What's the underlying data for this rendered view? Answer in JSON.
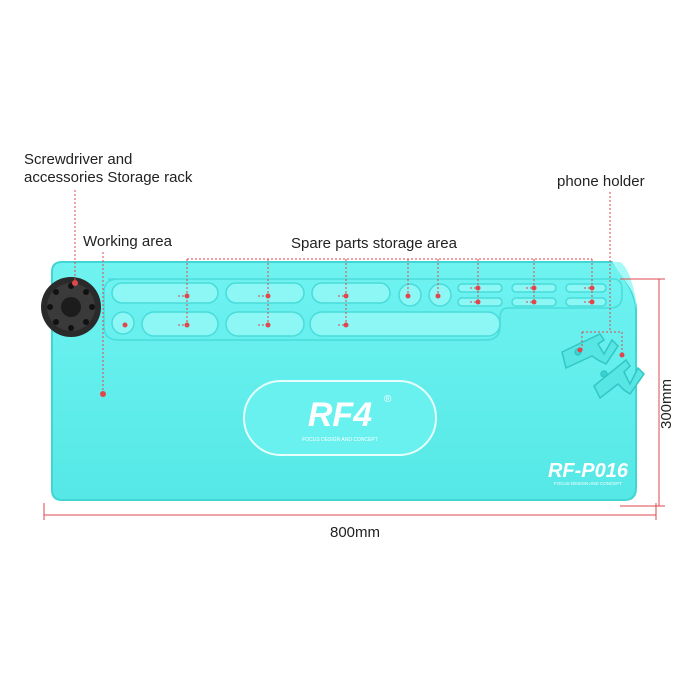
{
  "labels": {
    "storage_rack_line1": "Screwdriver and",
    "storage_rack_line2": "accessories Storage rack",
    "working_area": "Working area",
    "spare_parts": "Spare parts storage area",
    "phone_holder": "phone holder",
    "width": "800mm",
    "height": "300mm"
  },
  "mat": {
    "brand": "RF4",
    "brand_mark": "®",
    "slogan": "FOCUS DESIGN AND CONCEPT",
    "model": "RF-P016",
    "model_slogan": "FOCUS DESIGN AND CONCEPT"
  },
  "colors": {
    "mat": "#5ff0ee",
    "mat_edge": "#41d6d4",
    "slot": "#8af6f4",
    "callout": "#e0474c",
    "rack": "#2b2b2b",
    "text": "#222222"
  }
}
